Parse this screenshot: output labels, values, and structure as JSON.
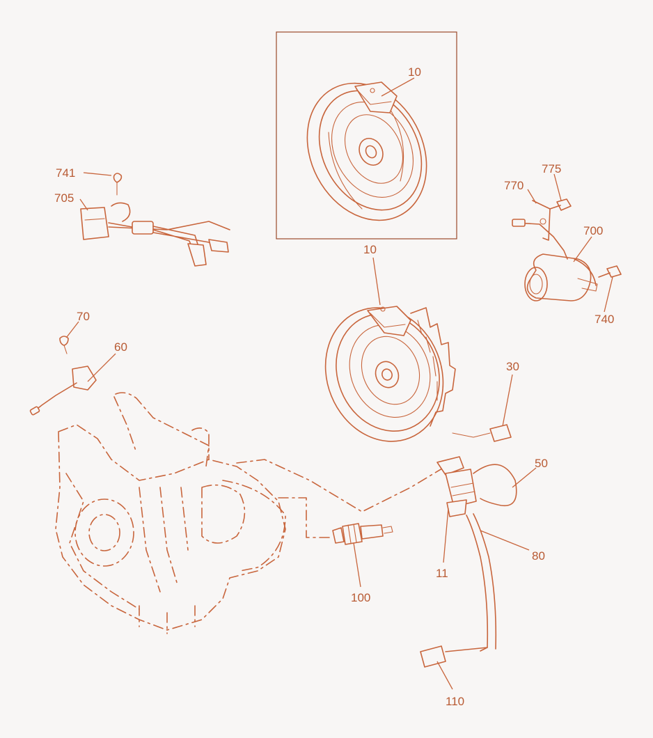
{
  "labels": {
    "p10_inset": "10",
    "p10": "10",
    "p741": "741",
    "p705": "705",
    "p775": "775",
    "p770": "770",
    "p700": "700",
    "p740": "740",
    "p70": "70",
    "p60": "60",
    "p30": "30",
    "p50": "50",
    "p80": "80",
    "p11": "11",
    "p100": "100",
    "p110": "110"
  },
  "colors": {
    "line": "#c8653c",
    "background": "#f8f6f5"
  }
}
